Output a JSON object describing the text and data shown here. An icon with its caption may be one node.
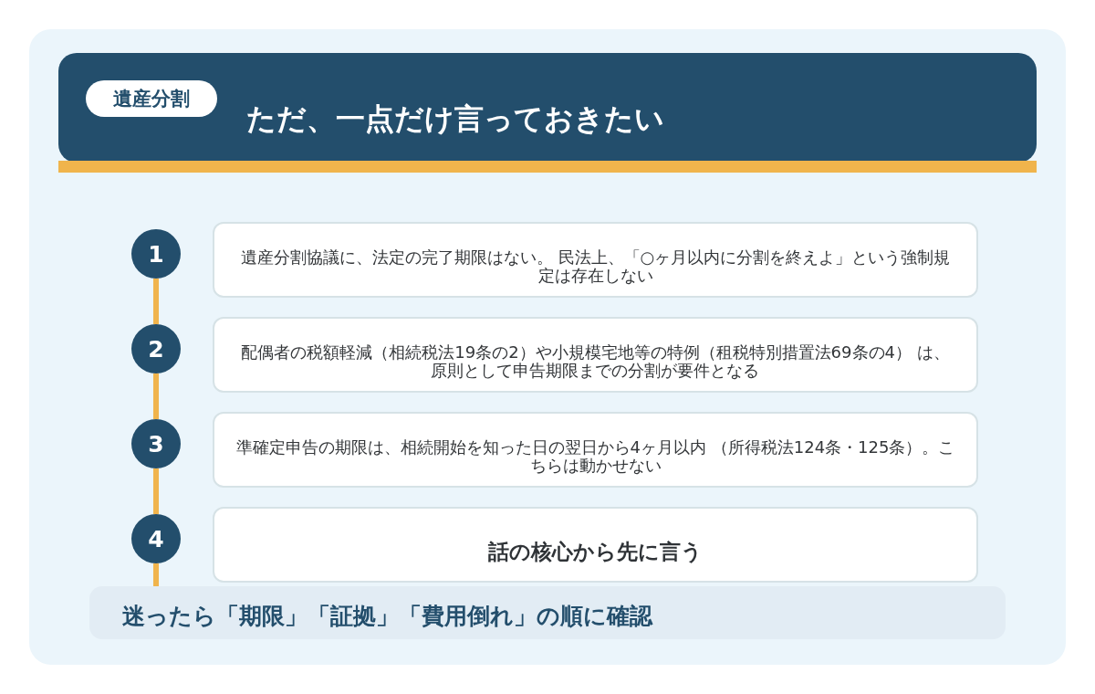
{
  "diagram": {
    "title": "ただ、一点だけ言っておきたい",
    "nodes": [
      {
        "text": [
          "遺産分割"
        ]
      },
      {
        "text": [
          "1"
        ]
      },
      {
        "text": [
          "遺産分割協議に、法定の完了期限はない。 民法上、「○ヶ月以内に分割を終えよ」という強制規定は存在しない"
        ]
      },
      {
        "text": [
          "2"
        ]
      },
      {
        "text": [
          "配偶者の税額軽減（相続税法19条の2）や小規模宅地等の特例（租税特別措置法69条の4） は、原則として申告期限までの分割が要件となる"
        ]
      },
      {
        "text": [
          "3"
        ]
      },
      {
        "text": [
          "準確定申告の期限は、相続開始を知った日の翌日から4ヶ月以内 （所得税法124条・125条）。こちらは動かせない"
        ]
      },
      {
        "text": [
          "4"
        ]
      },
      {
        "text": [
          "話の核心から先に言う"
        ]
      },
      {
        "text": [
          "迷ったら「期限」「証拠」「費用倒れ」の順に確認"
        ]
      }
    ],
    "edges": [
      {
        "from": 1,
        "to": 3,
        "arrow": "none"
      },
      {
        "from": 3,
        "to": 5,
        "arrow": "none"
      },
      {
        "from": 5,
        "to": 7,
        "arrow": "none"
      },
      {
        "from": 7,
        "to": 9,
        "arrow": "none"
      }
    ]
  }
}
